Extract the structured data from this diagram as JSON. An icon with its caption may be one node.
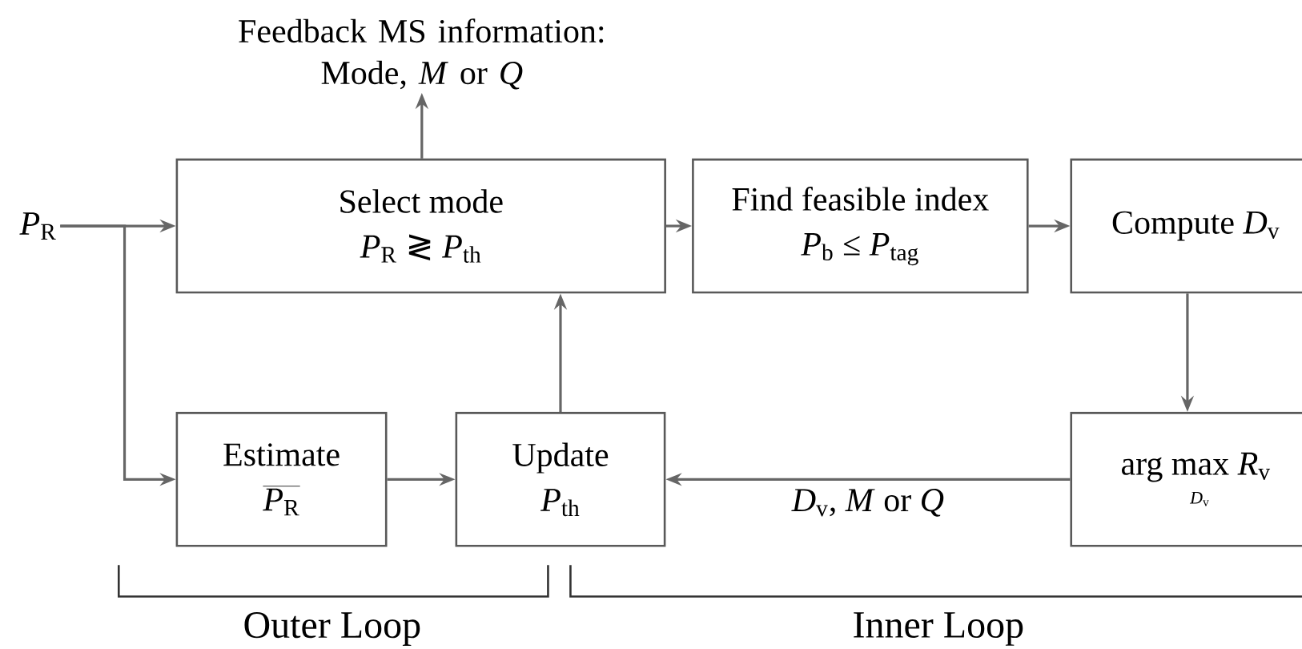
{
  "diagram": {
    "nodes": [
      {
        "text": [
          "Feedback MS information: Mode, *M* or *Q*"
        ]
      },
      {
        "text": [
          "*P*$_{R}$"
        ]
      },
      {
        "text": [
          "Select mode",
          "*P*$_{R}$ ≷ *P*$_{th}$"
        ]
      },
      {
        "text": [
          "Find feasible index",
          "*P*$_{b}$ ≤ *P*$_{tag}$"
        ]
      },
      {
        "text": [
          "Compute *D*$_{v}$"
        ]
      },
      {
        "text": [
          "Estimate",
          "*P*$_{R}$"
        ]
      },
      {
        "text": [
          "Update",
          "*P*$_{th}$"
        ]
      },
      {
        "text": [
          "arg max *R*$_{v}$",
          "*D*$_{v}$"
        ]
      }
    ],
    "edges": [
      {
        "from": 2,
        "to": 0,
        "arrow": "to"
      },
      {
        "from": 1,
        "to": 2,
        "arrow": "to"
      },
      {
        "from": 1,
        "to": 5,
        "arrow": "to"
      },
      {
        "from": 5,
        "to": 6,
        "arrow": "to"
      },
      {
        "from": 6,
        "to": 2,
        "arrow": "to"
      },
      {
        "from": 2,
        "to": 3,
        "arrow": "to"
      },
      {
        "from": 3,
        "to": 4,
        "arrow": "to"
      },
      {
        "from": 4,
        "to": 7,
        "arrow": "to"
      },
      {
        "from": 7,
        "to": 6,
        "arrow": "to",
        "label": "*D*$_{v}$, *M* or *Q*"
      }
    ],
    "labels": [
      "Outer Loop",
      "Inner Loop"
    ]
  }
}
